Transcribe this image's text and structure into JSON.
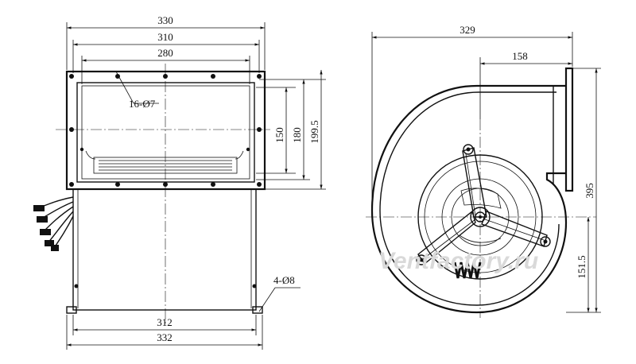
{
  "front_view": {
    "dim_330": "330",
    "dim_310": "310",
    "dim_280": "280",
    "holes_label": "16-Ø7",
    "dim_150": "150",
    "dim_180": "180",
    "dim_199_5": "199.5",
    "feet_label": "4-Ø8",
    "dim_312": "312",
    "dim_332": "332"
  },
  "side_view": {
    "dim_329": "329",
    "dim_158": "158",
    "dim_395": "395",
    "dim_151_5": "151.5"
  },
  "watermark": "Ventfactory.ru"
}
